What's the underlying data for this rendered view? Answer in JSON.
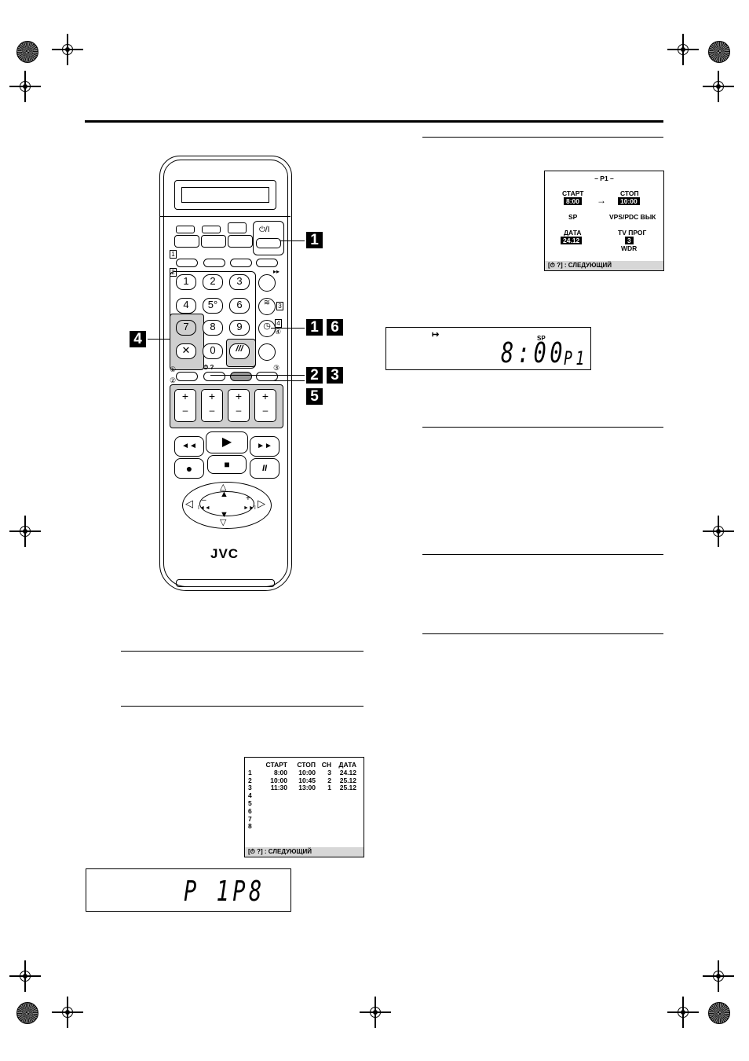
{
  "remote": {
    "brand": "JVC",
    "power_label": "⏻/I",
    "keypad": [
      "1",
      "2",
      "3",
      "4",
      "5",
      "6",
      "7",
      "8",
      "9",
      "0"
    ],
    "five_dot": "5°",
    "cancel_symbol": "✕",
    "slash_key": "///",
    "box_marks": [
      "1",
      "2",
      "3",
      "4"
    ],
    "circ_marks": [
      "①",
      "②",
      "③",
      "④"
    ],
    "timer_mark": "⏱ ?",
    "play_symbol": "▶",
    "stop_symbol": "■",
    "rec_symbol": "●",
    "pause_symbol": "II",
    "rew_symbol": "◄◄",
    "ff_symbol": "►►",
    "plus": "+",
    "minus": "–",
    "skip_back": "I◄◄",
    "skip_fwd": "►►I",
    "ff_small": "▸▸"
  },
  "callouts": {
    "c1": "1",
    "c1b": "1",
    "c6": "6",
    "c2": "2",
    "c3": "3",
    "c4": "4",
    "c5": "5"
  },
  "osd_program": {
    "title": "– P1 –",
    "start_label": "СТАРТ",
    "start_value": "8:00",
    "arrow": "→",
    "stop_label": "СТОП",
    "stop_value": "10:00",
    "speed": "SP",
    "vps_status": "VPS/PDC ВЫК",
    "date_label": "ДАТА",
    "date_value": "24.12",
    "tv_prog_label": "TV ПРОГ",
    "tv_prog_value": "3",
    "extra": "WDR",
    "footer": "[⏱ ?] : СЛЕДУЮЩИЙ"
  },
  "lcd_top": {
    "timer_icon": "↦",
    "speed": "SP",
    "time": "8:00",
    "program": "P1"
  },
  "osd_list": {
    "headers": [
      "",
      "СТАРТ",
      "СТОП",
      "CH",
      "ДАТА"
    ],
    "rows": [
      [
        "1",
        "8:00",
        "10:00",
        "3",
        "24.12"
      ],
      [
        "2",
        "10:00",
        "10:45",
        "2",
        "25.12"
      ],
      [
        "3",
        "11:30",
        "13:00",
        "1",
        "25.12"
      ],
      [
        "4",
        "",
        "",
        "",
        ""
      ],
      [
        "5",
        "",
        "",
        "",
        ""
      ],
      [
        "6",
        "",
        "",
        "",
        ""
      ],
      [
        "7",
        "",
        "",
        "",
        ""
      ],
      [
        "8",
        "",
        "",
        "",
        ""
      ]
    ],
    "footer": "[⏱ ?] : СЛЕДУЮЩИЙ"
  },
  "lcd_bottom": {
    "text": "P 1P8"
  }
}
